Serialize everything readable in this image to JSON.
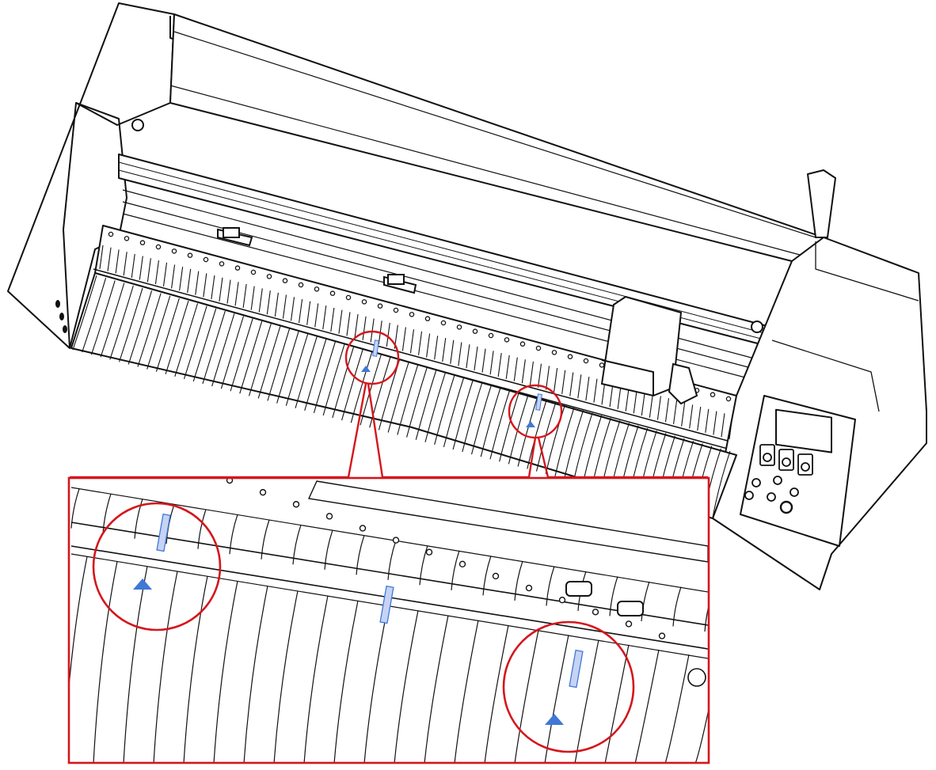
{
  "figure": {
    "subject": "cutting-plotter-media-guide-illustration",
    "accent_color": "#d4161c",
    "mark_color": "#3f78d6",
    "slot_fill": "#c6d3f5",
    "line_color": "#111111",
    "panel_buttons": 3,
    "callouts": [
      {
        "id": "left-guide",
        "marker": "triangle",
        "slot": "vertical-line"
      },
      {
        "id": "right-guide",
        "marker": "triangle",
        "slot": "vertical-line"
      }
    ]
  }
}
